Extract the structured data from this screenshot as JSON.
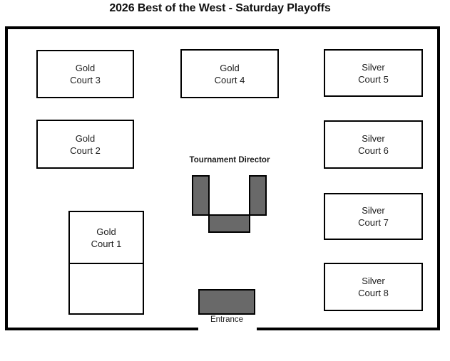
{
  "title": "2026 Best of the West - Saturday Playoffs",
  "venue": {
    "courts": [
      {
        "division": "Gold",
        "court": "Court 3"
      },
      {
        "division": "Gold",
        "court": "Court 2"
      },
      {
        "division": "Gold",
        "court": "Court 4"
      },
      {
        "division": "Silver",
        "court": "Court 5"
      },
      {
        "division": "Silver",
        "court": "Court 6"
      },
      {
        "division": "Silver",
        "court": "Court 7"
      },
      {
        "division": "Silver",
        "court": "Court 8"
      },
      {
        "division": "Gold",
        "court": "Court 1"
      }
    ],
    "tournament_director_label": "Tournament Director",
    "entrance_label": "Entrance"
  },
  "colors": {
    "desk_fill": "#696969",
    "outline": "#000000",
    "background": "#ffffff",
    "text": "#1c1c1c"
  }
}
